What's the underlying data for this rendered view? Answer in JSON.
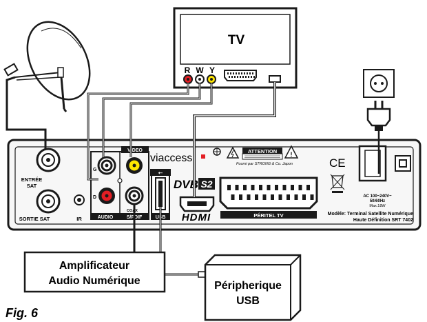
{
  "tv": {
    "label": "TV",
    "port_r": "R",
    "port_w": "W",
    "port_y": "Y"
  },
  "receiver": {
    "entree_sat": [
      "ENTRÉE",
      "SAT"
    ],
    "sortie_sat": "SORTIE SAT",
    "ir": "IR",
    "audio_g": "G",
    "audio_d": "D",
    "audio": "AUDIO",
    "video": "VIDEO",
    "coax": "COAX",
    "spdif": "S/PDIF",
    "usb": "USB",
    "viaccess": "viaccess",
    "dvb": "DVB",
    "dvb_s2": "S2",
    "hdmi": "HDMI",
    "attention": "ATTENTION",
    "attention_note": "Fourni par STRONG & Co. Japon",
    "peritel": "PÉRITEL TV",
    "ce": "CE",
    "power": [
      "AC 100~240V~",
      "50/60Hz",
      "Max.18W"
    ],
    "model": [
      "Modèle: Terminal Satellite Numérique",
      "Haute Définition SRT 7402"
    ]
  },
  "amplifier": [
    "Amplificateur",
    "Audio Numérique"
  ],
  "usb_device": [
    "Péripherique",
    "USB"
  ],
  "figure_caption": "Fig. 6",
  "colors": {
    "red": "#e31e24",
    "white": "#ffffff",
    "yellow": "#ffe600",
    "black": "#1a1a1a",
    "panel": "#f7f7f7"
  }
}
